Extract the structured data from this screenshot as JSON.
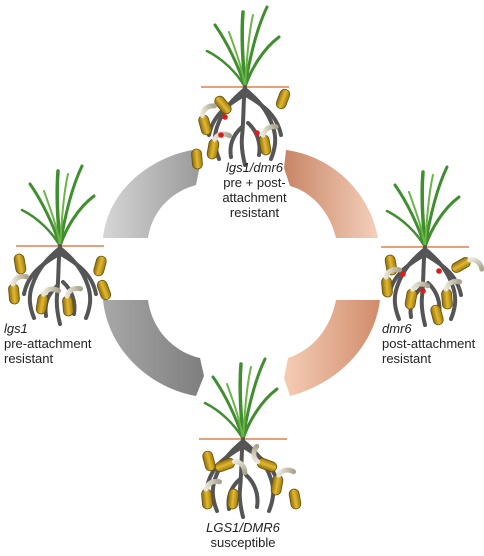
{
  "genotypes": {
    "top": {
      "name": "lgs1/dmr6",
      "description": "pre + post-attachment resistant"
    },
    "left": {
      "name": "lgs1",
      "description": "pre-attachment resistant"
    },
    "right": {
      "name": "dmr6",
      "description": "post-attachment resistant"
    },
    "bottom": {
      "name": "LGS1/DMR6",
      "description": "susceptible"
    }
  },
  "colors": {
    "arrow_gray_light": "#c4c4c4",
    "arrow_gray_dark": "#8f8f8f",
    "arrow_salmon_dark": "#c98a6a",
    "arrow_salmon_light": "#f2c9b0",
    "soil_line": "#e8a07a",
    "root": "#555555",
    "leaf": "#3f8f2f",
    "seed": "#c9a21f",
    "attachment_dot": "#e01b1b"
  },
  "icons": [
    "plant-icon",
    "striga-seed-icon",
    "attachment-point-icon"
  ]
}
